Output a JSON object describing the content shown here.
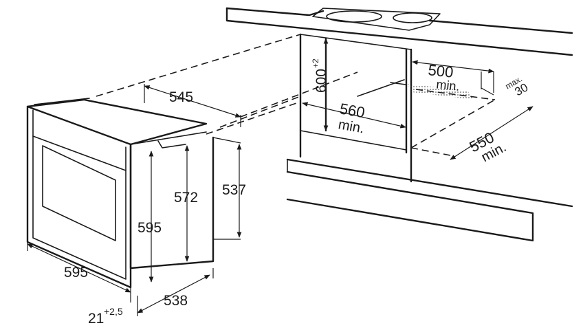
{
  "oven": {
    "width": "595",
    "height": "595",
    "depth_top": "545",
    "body_height": "572",
    "rear_height": "537",
    "depth_bottom": "538",
    "front_panel": "21",
    "front_panel_tol": "+2,5"
  },
  "niche": {
    "height": "600",
    "height_tol": "+2",
    "width": "560",
    "width_suffix": "min.",
    "depth": "550",
    "depth_suffix": "min.",
    "vent": "500",
    "vent_suffix": "min.",
    "vent_depth_prefix": "max.",
    "vent_depth": "30"
  }
}
